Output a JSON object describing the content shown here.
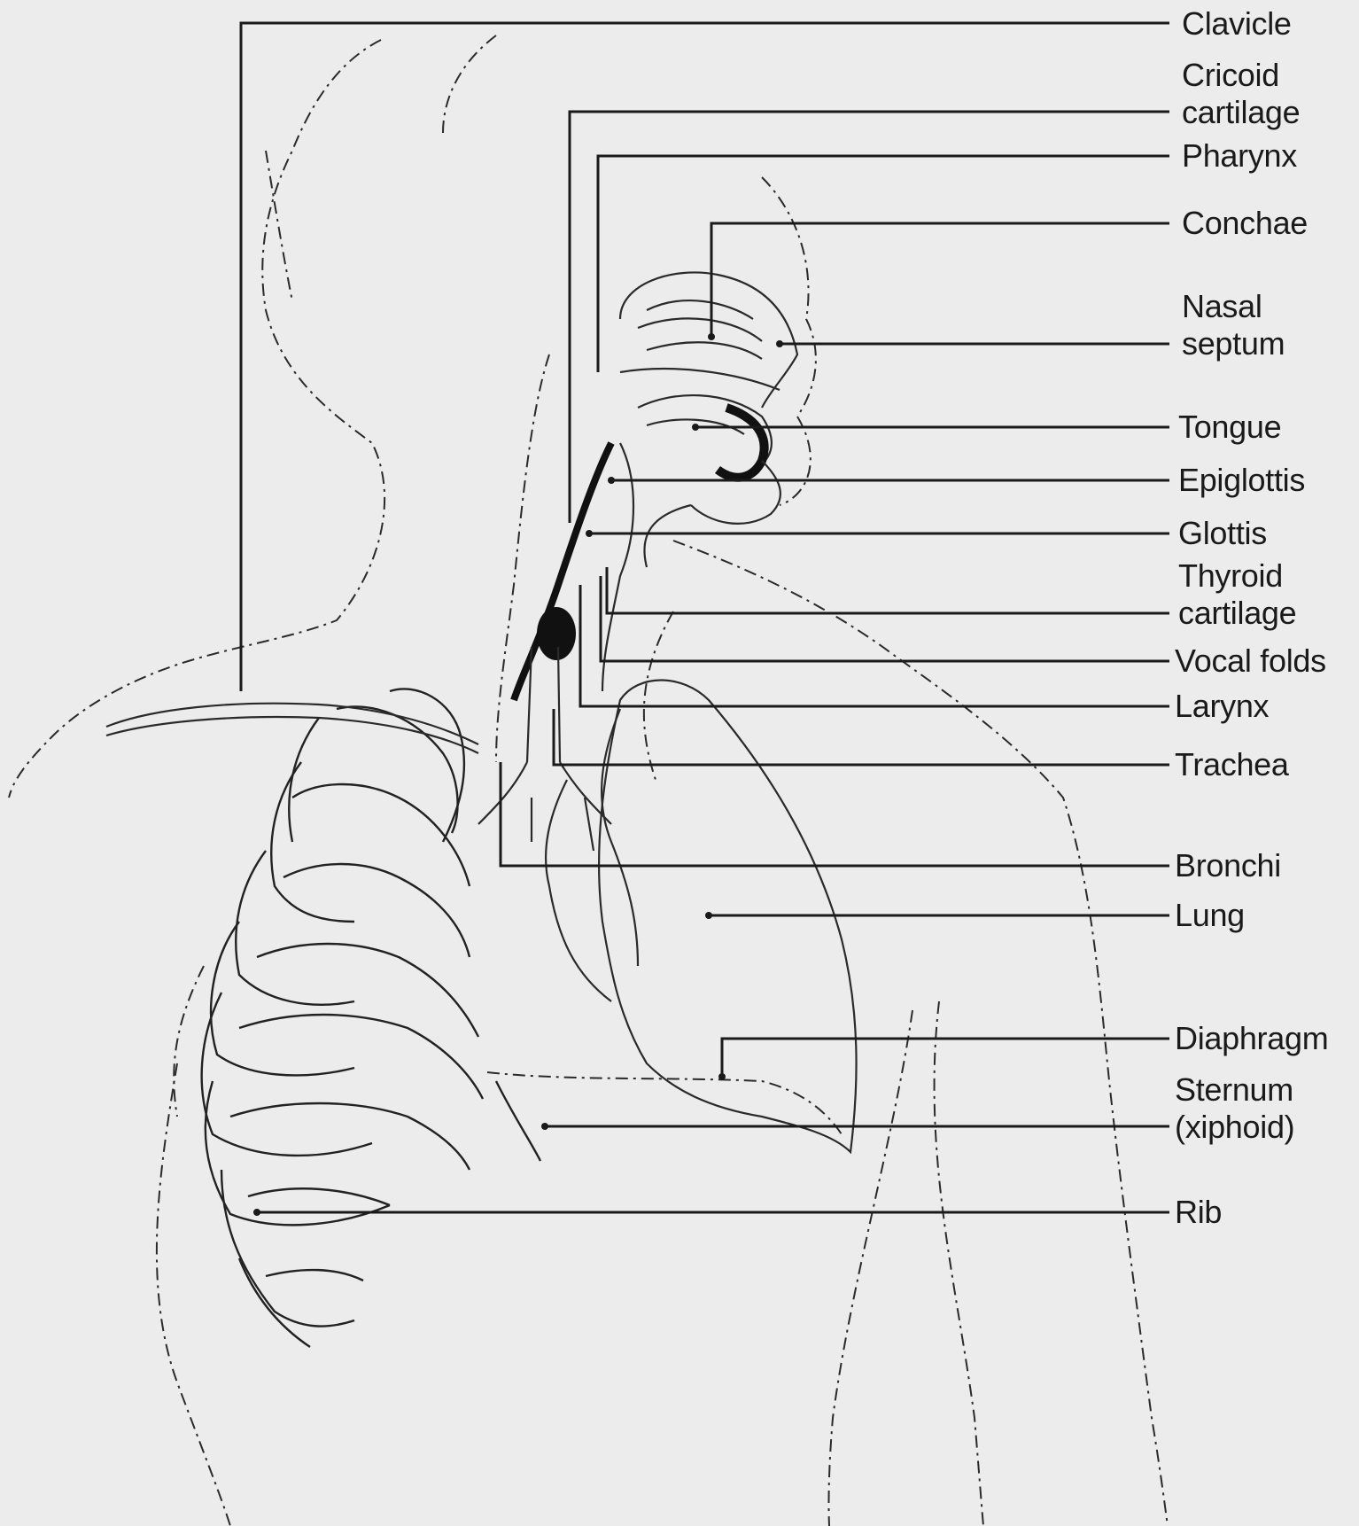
{
  "diagram": {
    "labels": [
      {
        "id": "clavicle",
        "lines": [
          "Clavicle"
        ]
      },
      {
        "id": "cricoid",
        "lines": [
          "Cricoid",
          "cartilage"
        ]
      },
      {
        "id": "pharynx",
        "lines": [
          "Pharynx"
        ]
      },
      {
        "id": "conchae",
        "lines": [
          "Conchae"
        ]
      },
      {
        "id": "nasal-septum",
        "lines": [
          "Nasal",
          "septum"
        ]
      },
      {
        "id": "tongue",
        "lines": [
          "Tongue"
        ]
      },
      {
        "id": "epiglottis",
        "lines": [
          "Epiglottis"
        ]
      },
      {
        "id": "glottis",
        "lines": [
          "Glottis"
        ]
      },
      {
        "id": "thyroid",
        "lines": [
          "Thyroid",
          "cartilage"
        ]
      },
      {
        "id": "vocal-folds",
        "lines": [
          "Vocal folds"
        ]
      },
      {
        "id": "larynx",
        "lines": [
          "Larynx"
        ]
      },
      {
        "id": "trachea",
        "lines": [
          "Trachea"
        ]
      },
      {
        "id": "bronchi",
        "lines": [
          "Bronchi"
        ]
      },
      {
        "id": "lung",
        "lines": [
          "Lung"
        ]
      },
      {
        "id": "diaphragm",
        "lines": [
          "Diaphragm"
        ]
      },
      {
        "id": "sternum",
        "lines": [
          "Sternum",
          "(xiphoid)"
        ]
      },
      {
        "id": "rib",
        "lines": [
          "Rib"
        ]
      }
    ],
    "colors": {
      "ink": "#1a1a1a",
      "paper": "#ececec"
    }
  }
}
